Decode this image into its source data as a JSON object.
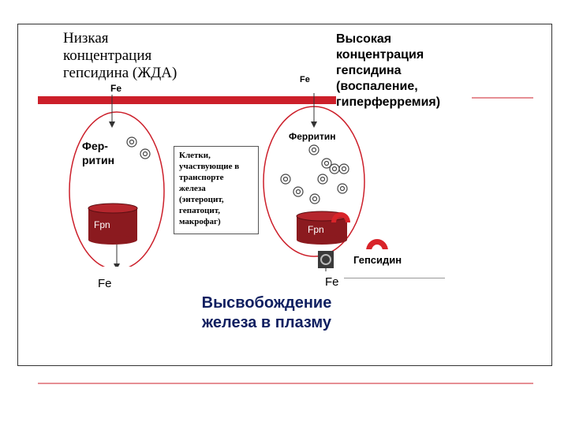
{
  "left_panel": {
    "title": "Низкая\nконцентрация\nгепсидина (ЖДА)",
    "fe_top": "Fe",
    "ferritin_label": "Фер-\nритин",
    "fpn_label": "Fpn",
    "fe_bottom": "Fe"
  },
  "right_panel": {
    "title": "Высокая\nконцентрация\nгепсидина\n(воспаление,\nгиперферремия)",
    "fe_top": "Fe",
    "ferritin_label": "Ферритин",
    "fpn_label": "Fpn",
    "hepcidin_label": "Гепсидин",
    "fe_bottom": "Fe"
  },
  "center": {
    "cells_text": "Клетки,\nучаствующие в\nтранспорте\nжелеза\n(энтероцит,\nгепатоцит,\nмакрофаг)",
    "release_text": "Высвобождение\nжелеза в плазму"
  },
  "colors": {
    "red_bar": "#cc1f2a",
    "cylinder": "#8b1a1f",
    "hepcidin": "#d8242a",
    "text_blue": "#0f1f60"
  }
}
